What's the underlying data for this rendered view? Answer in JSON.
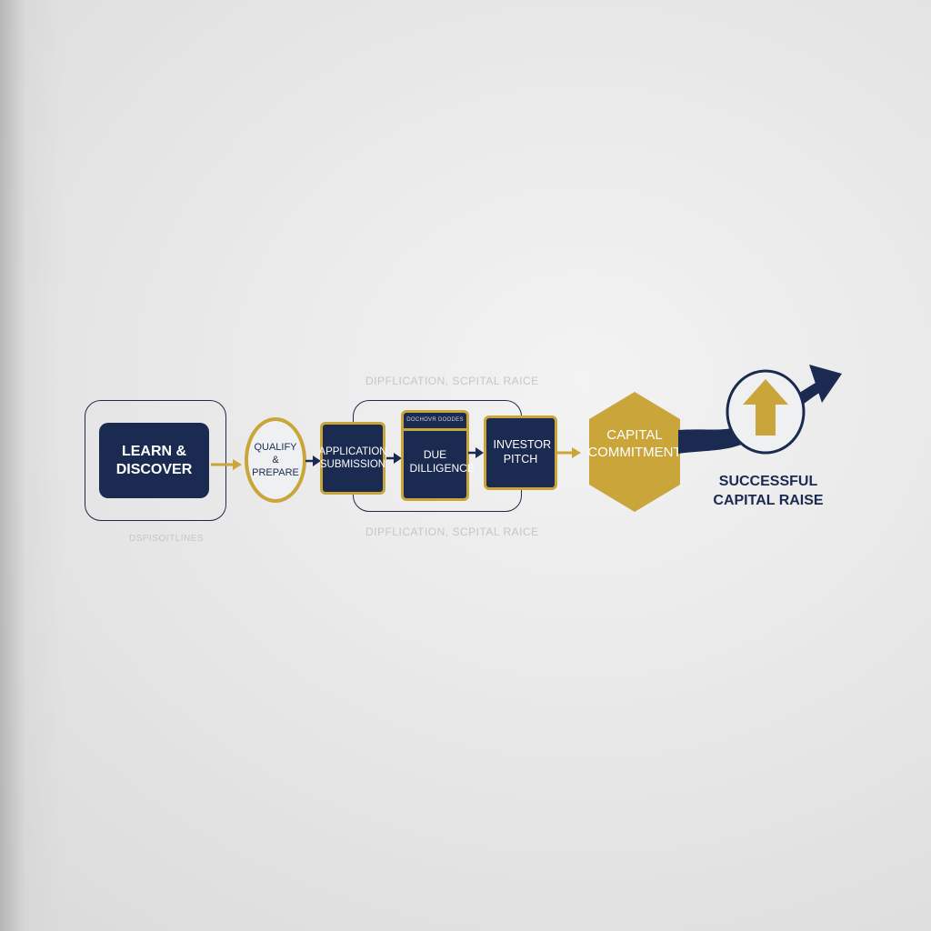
{
  "diagram": {
    "top_caption": "DIPFLICATION, SCPITAL RAICE",
    "bottom_caption": "DIPFLICATION, SCPITAL RAICE",
    "left_caption": "DSPISOITLINES",
    "steps": [
      {
        "label": "LEARN & DISCOVER"
      },
      {
        "label": "QUALIFY & PREPARE"
      },
      {
        "label": "APPLICATION SUBMISSION"
      },
      {
        "label": "DUE DILLIGENCE",
        "tab_label": "DOCHOVR DOODES"
      },
      {
        "label": "INVESTOR PITCH"
      },
      {
        "label": "CAPITAL COMMITMENT"
      }
    ],
    "outcome": {
      "label": "SUCCESSFUL CAPITAL RAISE",
      "icon": "up-arrow-icon"
    },
    "colors": {
      "navy": "#1b2a50",
      "gold": "#c9a53a",
      "background": "#e9e9e9"
    }
  }
}
